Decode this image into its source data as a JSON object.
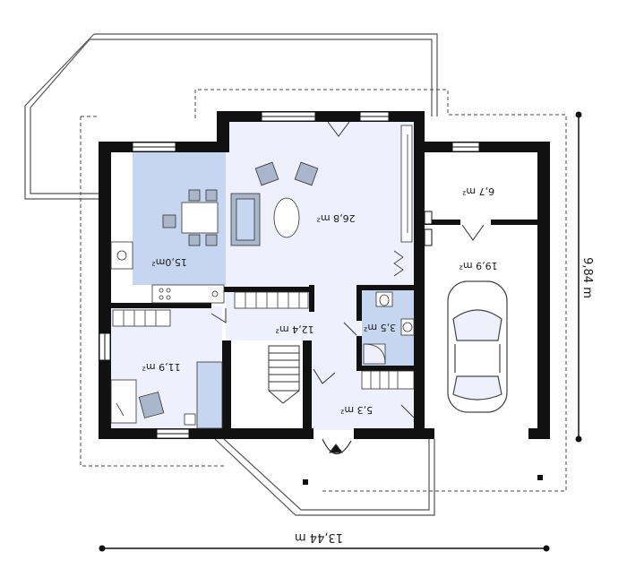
{
  "colors": {
    "wall": "#111111",
    "room_light": "#eef1fb",
    "room_blue": "#c7d6f0",
    "room_white": "#ffffff",
    "furniture": "#a9b6cc",
    "terrace_line": "#555555"
  },
  "rooms": [
    {
      "id": "living",
      "area": "26,8 m²"
    },
    {
      "id": "dining",
      "area": "15,0m²"
    },
    {
      "id": "garage",
      "area": "19,9 m²"
    },
    {
      "id": "utility",
      "area": "6,7 m²"
    },
    {
      "id": "hall",
      "area": "12,4 m²"
    },
    {
      "id": "bathroom",
      "area": "3,5 m²"
    },
    {
      "id": "office",
      "area": "11,9 m²"
    },
    {
      "id": "entrance",
      "area": "5,3 m²"
    }
  ],
  "dimensions": {
    "width": "13,44 m",
    "depth": "9,84 m"
  }
}
